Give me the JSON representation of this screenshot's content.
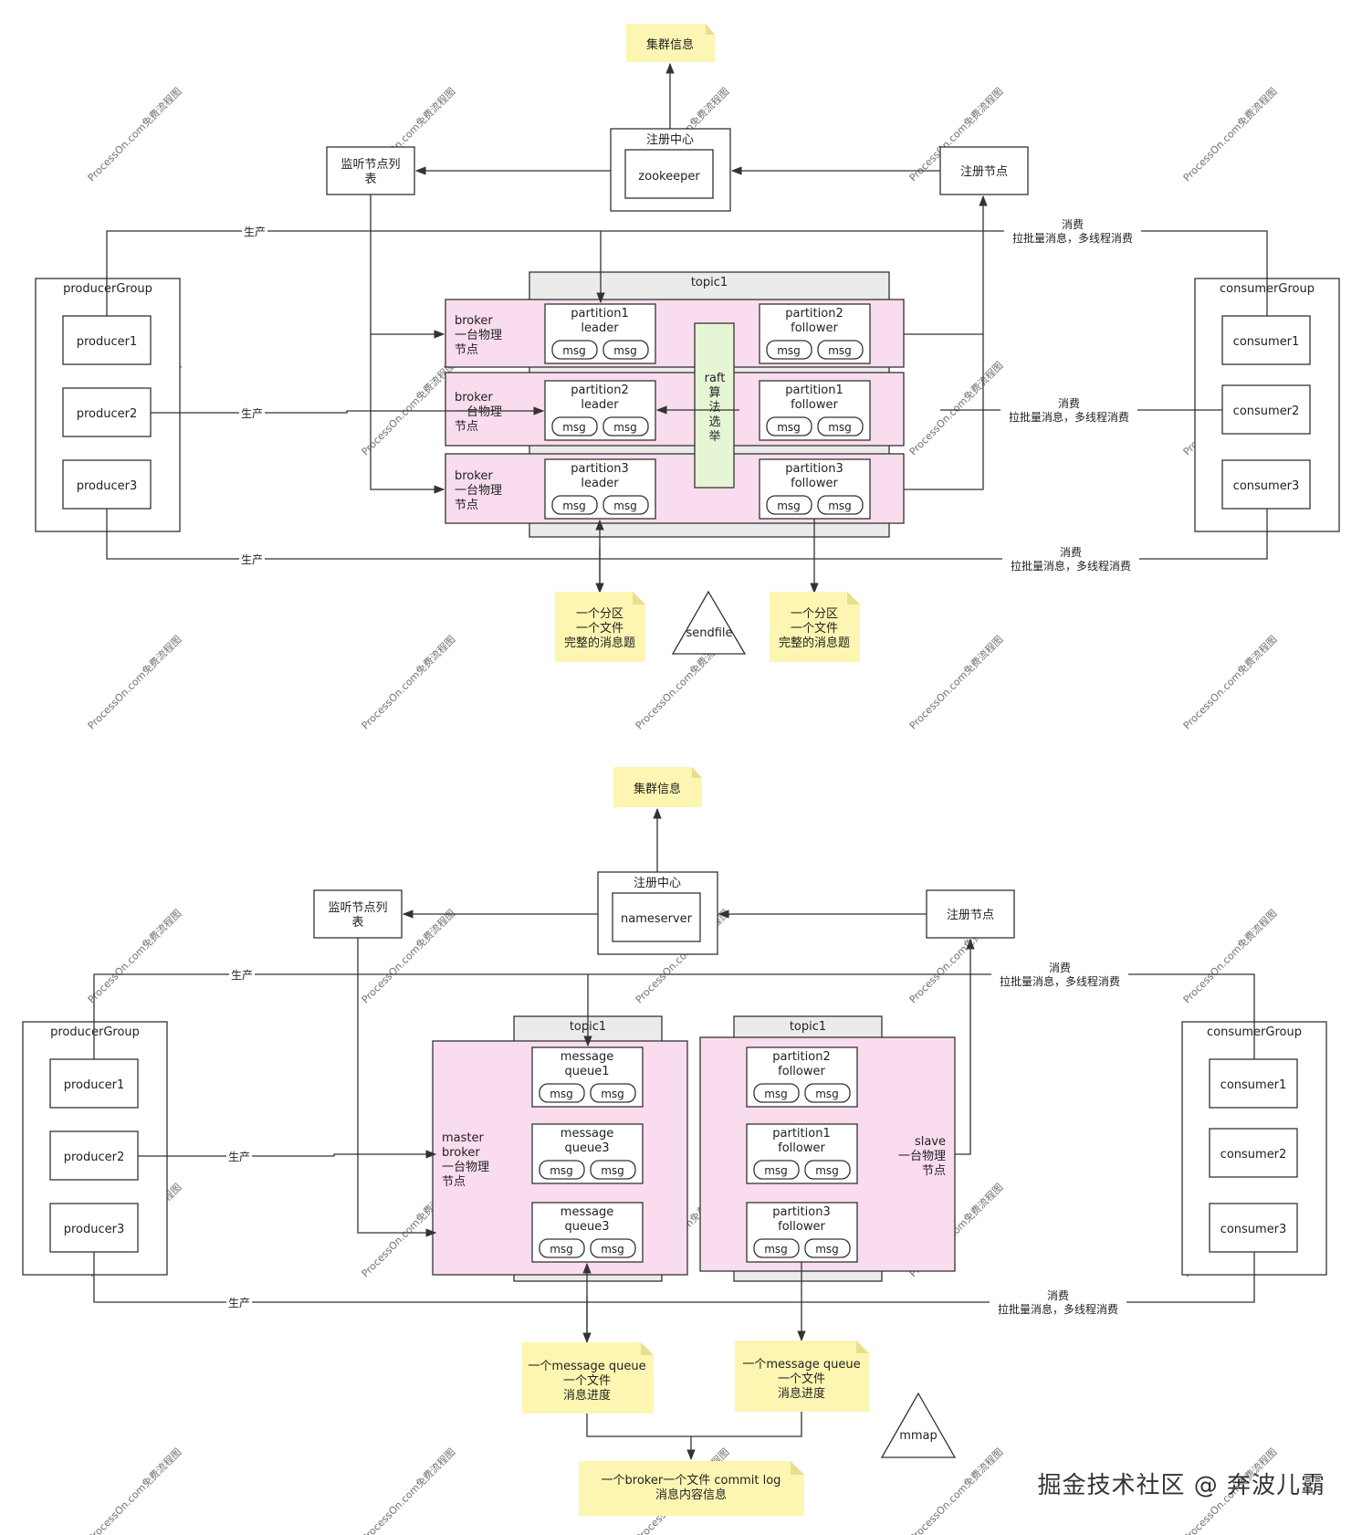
{
  "colors": {
    "broker": "#f9dcee",
    "note": "#fcf6b2",
    "raft": "#e6f5d4",
    "topic": "#ebebeb",
    "line": "#333333"
  },
  "watermark": "ProcessOn.com免费流程图",
  "credit": "掘金技术社区 @ 奔波儿霸",
  "kafka": {
    "cluster_info": "集群信息",
    "registry": "注册中心",
    "registry_inner": "zookeeper",
    "listen_list": [
      "监听节点列",
      "表"
    ],
    "register_node": "注册节点",
    "produce": "生产",
    "consume": [
      "消费",
      "拉批量消息，多线程消费"
    ],
    "producer_group": "producerGroup",
    "producers": [
      "producer1",
      "producer2",
      "producer3"
    ],
    "consumer_group": "consumerGroup",
    "consumers": [
      "consumer1",
      "consumer2",
      "consumer3"
    ],
    "topic": "topic1",
    "broker_label": [
      "broker",
      "一台物理",
      "节点"
    ],
    "msg": "msg",
    "partitions_left": [
      [
        "partition1",
        "leader"
      ],
      [
        "partition2",
        "leader"
      ],
      [
        "partition3",
        "leader"
      ]
    ],
    "partitions_right": [
      [
        "partition2",
        "follower"
      ],
      [
        "partition1",
        "follower"
      ],
      [
        "partition3",
        "follower"
      ]
    ],
    "raft": [
      "raft",
      "算",
      "法",
      "选",
      "举"
    ],
    "note": [
      "一个分区",
      "一个文件",
      "完整的消息题"
    ],
    "sendfile": "sendfile"
  },
  "rocket": {
    "cluster_info": "集群信息",
    "registry": "注册中心",
    "registry_inner": "nameserver",
    "listen_list": [
      "监听节点列",
      "表"
    ],
    "register_node": "注册节点",
    "produce": "生产",
    "consume": [
      "消费",
      "拉批量消息，多线程消费"
    ],
    "producer_group": "producerGroup",
    "producers": [
      "producer1",
      "producer2",
      "producer3"
    ],
    "consumer_group": "consumerGroup",
    "consumers": [
      "consumer1",
      "consumer2",
      "consumer3"
    ],
    "topic_left": "topic1",
    "topic_right": "topic1",
    "master_label": [
      "master",
      "broker",
      "一台物理",
      "节点"
    ],
    "slave_label": [
      "slave",
      "一台物理",
      "节点"
    ],
    "msg": "msg",
    "queues": [
      [
        "message",
        "queue1"
      ],
      [
        "message",
        "queue3"
      ],
      [
        "message",
        "queue3"
      ]
    ],
    "followers": [
      [
        "partition2",
        "follower"
      ],
      [
        "partition1",
        "follower"
      ],
      [
        "partition3",
        "follower"
      ]
    ],
    "note_mq": [
      "一个message queue",
      "一个文件",
      "消息进度"
    ],
    "mmap": "mmap",
    "commitlog": [
      "一个broker一个文件 commit log",
      "消息内容信息"
    ]
  }
}
